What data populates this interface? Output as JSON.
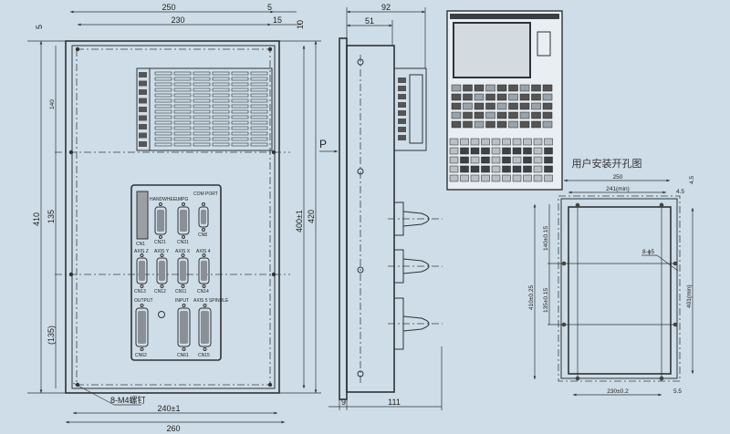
{
  "front_view": {
    "dims": {
      "w250": "250",
      "w230": "230",
      "d5": "5",
      "d15": "15",
      "d10": "10",
      "d5l": "5",
      "h410": "410",
      "h140": "140",
      "h135": "135",
      "h135b": "(135)",
      "h400": "400±1",
      "h420": "420",
      "w240": "240±1",
      "w260": "260",
      "screws": "8-M4螺钉"
    },
    "connectors": {
      "top": [
        "HANDWHEEL",
        "MPG",
        "COM PORT"
      ],
      "top_ids": [
        "CN1",
        "CN21",
        "CN31",
        "CN8"
      ],
      "axis": [
        "AXIS Z",
        "AXIS Y",
        "AXIS X",
        "AXIS 4"
      ],
      "axis_ids": [
        "CN13",
        "CN12",
        "CN11",
        "CN14"
      ],
      "bottom": [
        "OUTPUT",
        "INPUT",
        "AXIS 5 SPINDLE"
      ],
      "bottom_ids": [
        "CN62",
        "CN61",
        "CN15"
      ]
    }
  },
  "side_view": {
    "dims": {
      "d92": "92",
      "d51": "51",
      "d9": "9",
      "d111": "111"
    },
    "view_label": "P"
  },
  "cutout": {
    "title": "用户安装开孔图",
    "dims": {
      "w250": "250",
      "w241": "241(min)",
      "d45": "4.5",
      "d45v": "4.5",
      "h140": "140±0.15",
      "h135": "135±0.15",
      "h410": "410±0.25",
      "h401": "401(min)",
      "holes": "8-ϕ5",
      "w230": "230±0.2",
      "d55": "5.5"
    }
  }
}
